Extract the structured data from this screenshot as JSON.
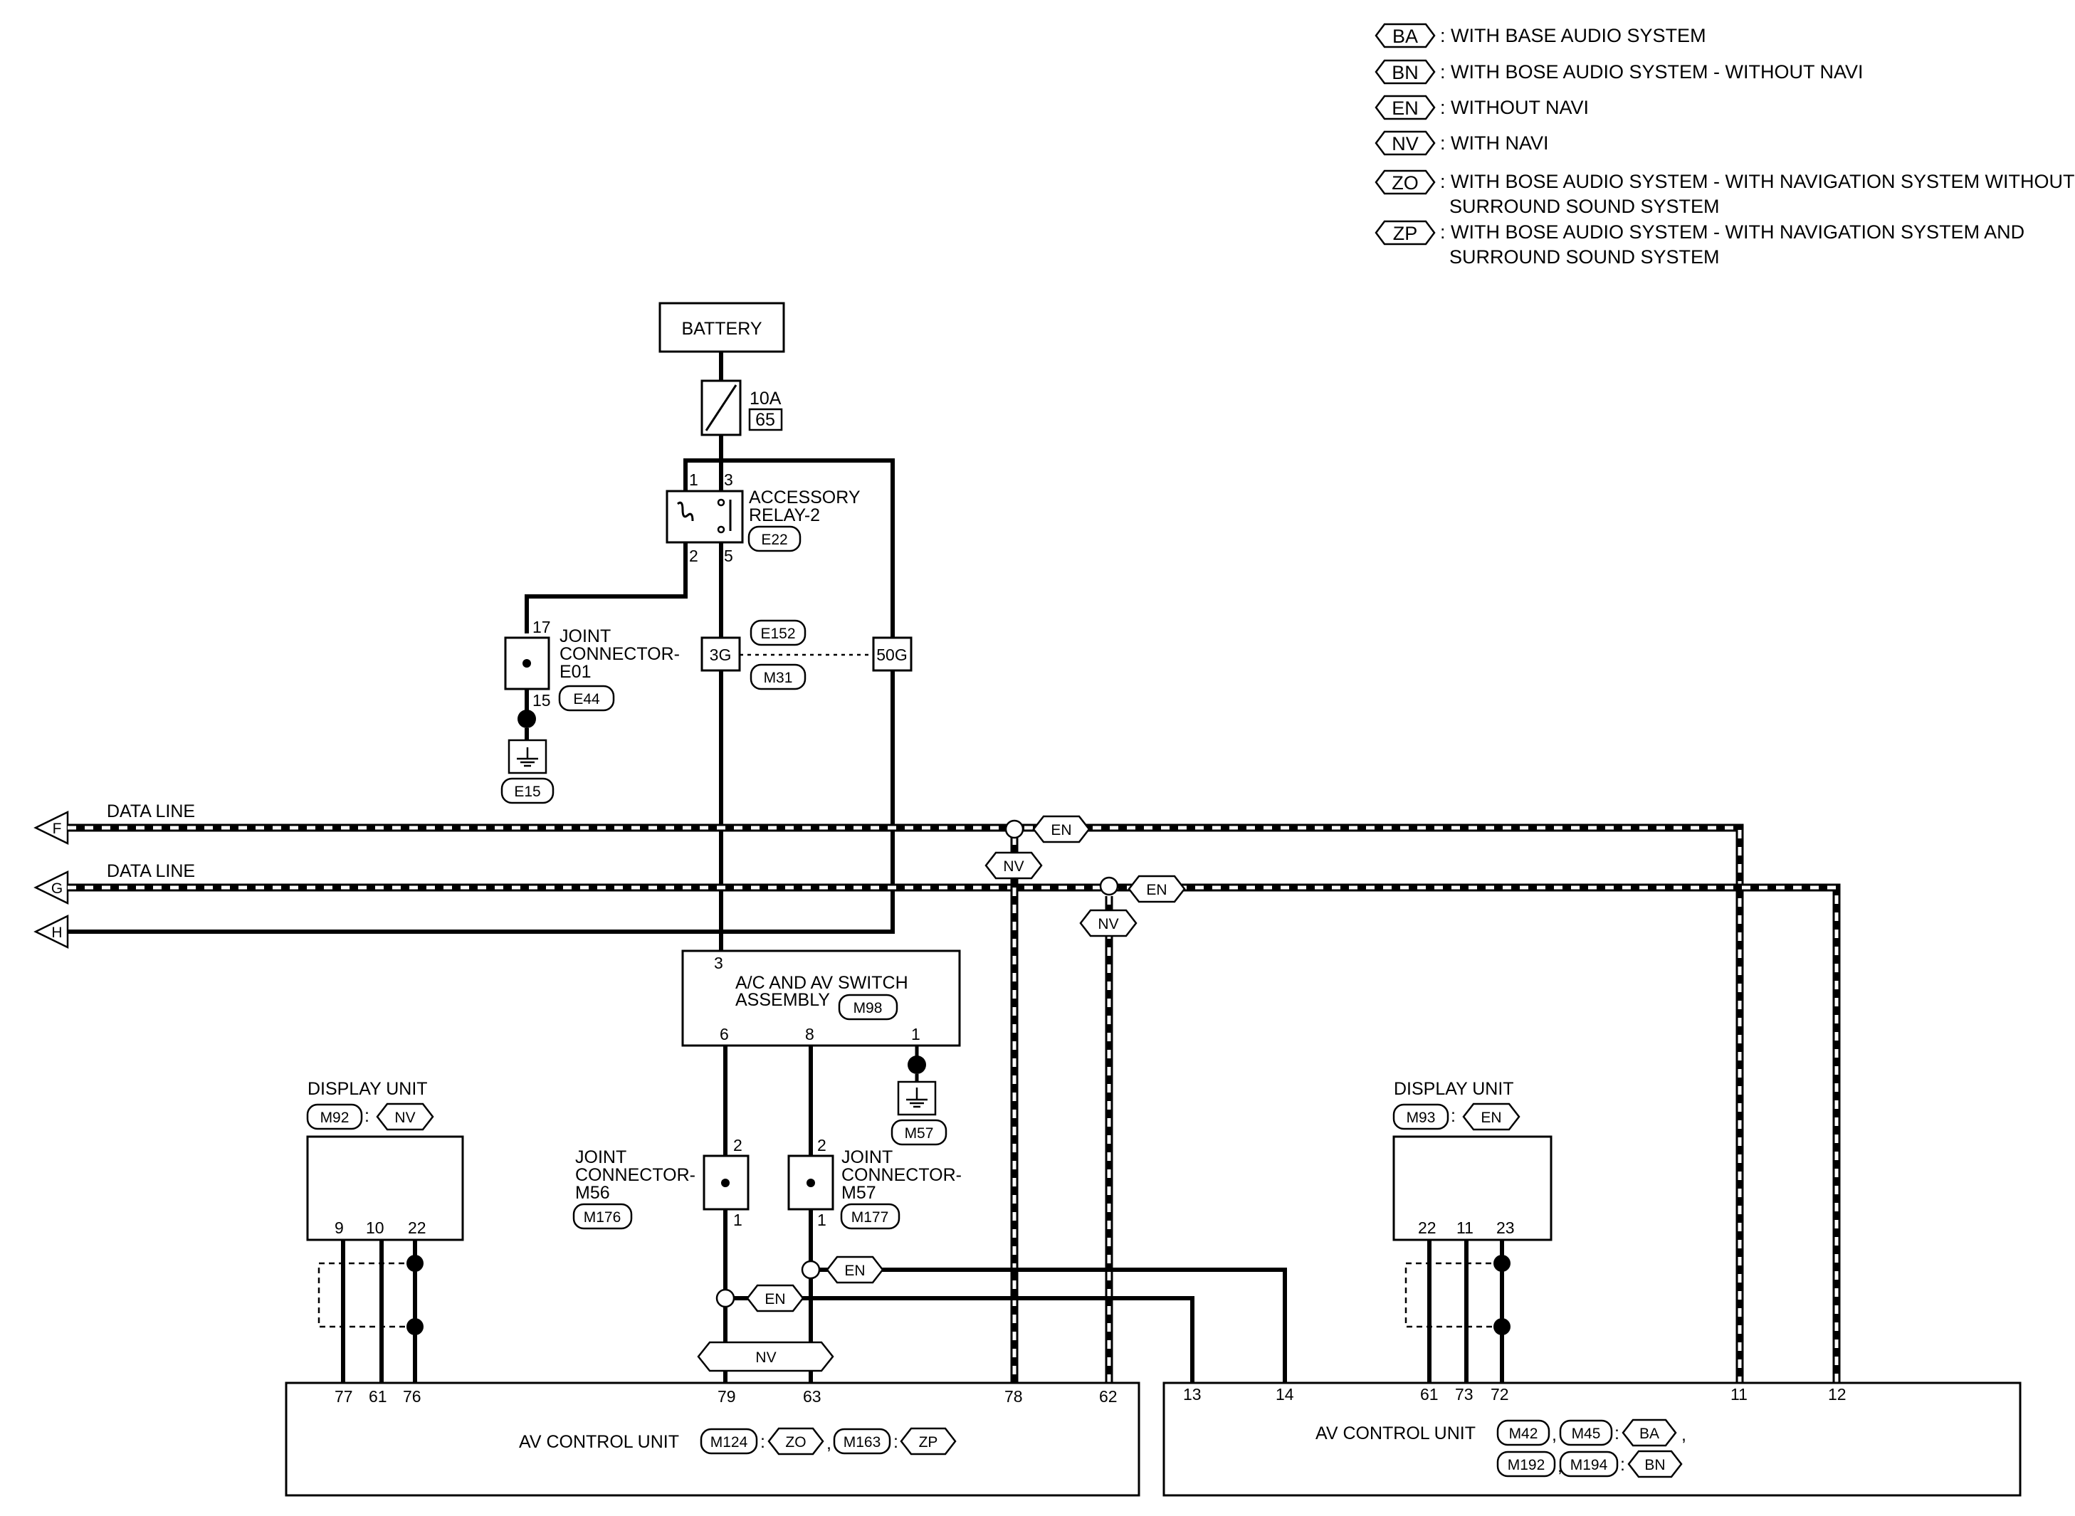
{
  "legend": [
    {
      "code": "BA",
      "text": ": WITH BASE AUDIO SYSTEM"
    },
    {
      "code": "BN",
      "text": ": WITH BOSE AUDIO SYSTEM - WITHOUT NAVI"
    },
    {
      "code": "EN",
      "text": ": WITHOUT NAVI"
    },
    {
      "code": "NV",
      "text": ": WITH NAVI"
    },
    {
      "code": "ZO",
      "text": ": WITH BOSE AUDIO SYSTEM - WITH NAVIGATION SYSTEM WITHOUT",
      "text2": "SURROUND SOUND SYSTEM"
    },
    {
      "code": "ZP",
      "text": ": WITH BOSE AUDIO SYSTEM - WITH NAVIGATION SYSTEM AND",
      "text2": "SURROUND SOUND SYSTEM"
    }
  ],
  "battery": "BATTERY",
  "fuse": {
    "rating": "10A",
    "number": "65"
  },
  "relay": {
    "name1": "ACCESSORY",
    "name2": "RELAY-2",
    "connector": "E22",
    "pins": [
      "1",
      "3",
      "2",
      "5"
    ]
  },
  "joint_e01": {
    "name1": "JOINT",
    "name2": "CONNECTOR-",
    "name3": "E01",
    "connector": "E44",
    "pin_top": "17",
    "pin_bottom": "15"
  },
  "ground_e15": "E15",
  "harness": {
    "pin_a": "3G",
    "pin_b": "50G",
    "conn_top": "E152",
    "conn_bottom": "M31"
  },
  "lines": {
    "f_letter": "F",
    "f_label": "DATA LINE",
    "g_letter": "G",
    "g_label": "DATA LINE",
    "h_letter": "H"
  },
  "switch": {
    "name1": "A/C AND AV SWITCH",
    "name2": "ASSEMBLY",
    "connector": "M98",
    "pin_top": "3",
    "pins": [
      "6",
      "8",
      "1"
    ]
  },
  "ground_m57": "M57",
  "joint_m56": {
    "name1": "JOINT",
    "name2": "CONNECTOR-",
    "name3": "M56",
    "connector": "M176",
    "pin_top": "2",
    "pin_bottom": "1"
  },
  "joint_m57": {
    "name1": "JOINT",
    "name2": "CONNECTOR-",
    "name3": "M57",
    "connector": "M177",
    "pin_top": "2",
    "pin_bottom": "1"
  },
  "display_left": {
    "title": "DISPLAY UNIT",
    "connector": "M92",
    "sep": ":",
    "variant": "NV",
    "pins": [
      "9",
      "10",
      "22"
    ]
  },
  "display_right": {
    "title": "DISPLAY UNIT",
    "connector": "M93",
    "sep": ":",
    "variant": "EN",
    "pins": [
      "22",
      "11",
      "23"
    ]
  },
  "av_left": {
    "title": "AV CONTROL UNIT",
    "conn1": "M124",
    "var1": "ZO",
    "conn2": "M163",
    "var2": "ZP",
    "sep": ":",
    "comma": ",",
    "pins": [
      "77",
      "61",
      "76",
      "79",
      "63",
      "78",
      "62"
    ]
  },
  "av_right": {
    "title": "AV CONTROL UNIT",
    "conn1": "M42",
    "conn2": "M45",
    "var1": "BA",
    "conn3": "M192",
    "conn4": "M194",
    "var2": "BN",
    "sep": ":",
    "comma": ",",
    "pins": [
      "13",
      "14",
      "61",
      "73",
      "72",
      "11",
      "12"
    ]
  },
  "tags": {
    "en": "EN",
    "nv": "NV"
  },
  "colors": {
    "wire": "#000000",
    "background": "#ffffff"
  }
}
